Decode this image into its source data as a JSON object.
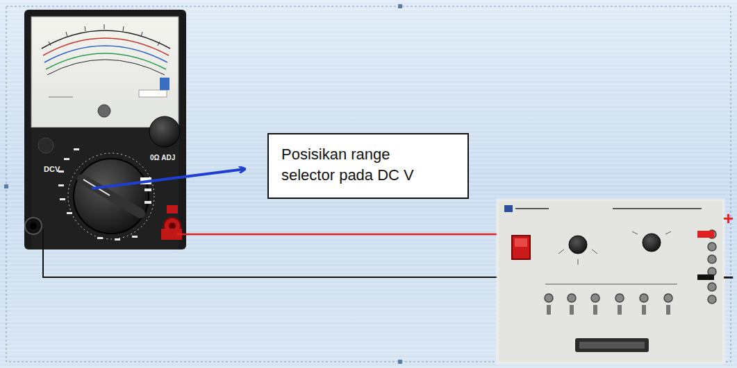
{
  "diagram": {
    "nodes": [
      {
        "text": [
          "Posisikan range selector pada DC V"
        ]
      }
    ],
    "labels": [
      "DCV",
      "0Ω ADJ",
      "+",
      "−"
    ]
  }
}
